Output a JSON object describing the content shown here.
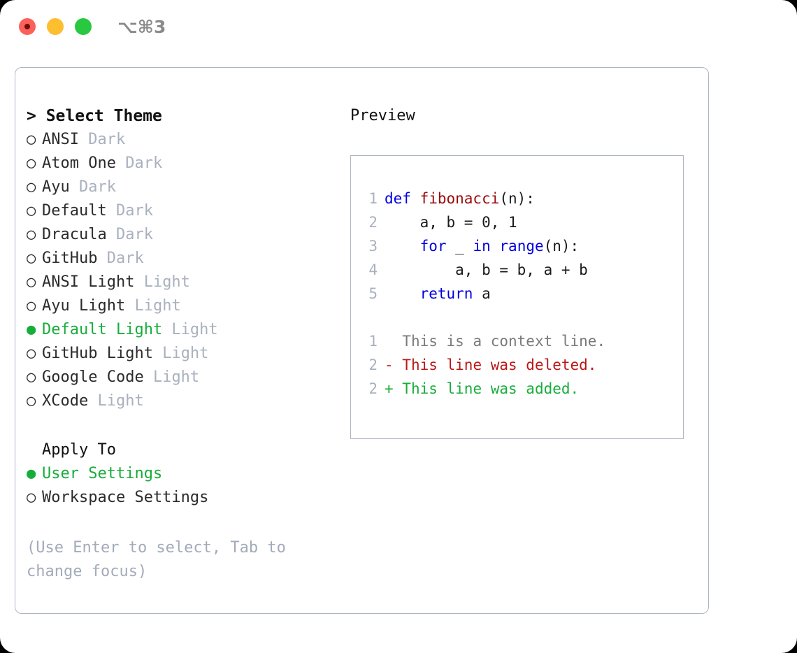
{
  "titlebar": {
    "shortcut": "⌥⌘3",
    "buttons": [
      {
        "name": "close",
        "color": "#fd6058"
      },
      {
        "name": "minimize",
        "color": "#fdbe2f"
      },
      {
        "name": "maximize",
        "color": "#28c840"
      }
    ]
  },
  "colors": {
    "selected_green": "#17ad3a",
    "muted_gray": "#a9b1bf",
    "hint_gray": "#a3abba",
    "keyword_blue": "#0000e0",
    "function_red": "#9c0a0a",
    "diff_delete": "#bb1616",
    "diff_add": "#17ad3a",
    "border": "#aeb6c4"
  },
  "theme_list": {
    "header": "> Select Theme",
    "selected_marker": "●",
    "unselected_marker": "○",
    "items": [
      {
        "label": "ANSI",
        "tag": "Dark",
        "selected": false
      },
      {
        "label": "Atom One",
        "tag": "Dark",
        "selected": false
      },
      {
        "label": "Ayu",
        "tag": "Dark",
        "selected": false
      },
      {
        "label": "Default",
        "tag": "Dark",
        "selected": false
      },
      {
        "label": "Dracula",
        "tag": "Dark",
        "selected": false
      },
      {
        "label": "GitHub",
        "tag": "Dark",
        "selected": false
      },
      {
        "label": "ANSI Light",
        "tag": "Light",
        "selected": false
      },
      {
        "label": "Ayu Light",
        "tag": "Light",
        "selected": false
      },
      {
        "label": "Default Light",
        "tag": "Light",
        "selected": true
      },
      {
        "label": "GitHub Light",
        "tag": "Light",
        "selected": false
      },
      {
        "label": "Google Code",
        "tag": "Light",
        "selected": false
      },
      {
        "label": "XCode",
        "tag": "Light",
        "selected": false
      }
    ]
  },
  "apply_to": {
    "header": "Apply To",
    "items": [
      {
        "label": "User Settings",
        "selected": true
      },
      {
        "label": "Workspace Settings",
        "selected": false
      }
    ]
  },
  "hint": "(Use Enter to select, Tab to change focus)",
  "preview": {
    "title": "Preview",
    "code": [
      {
        "num": "1",
        "tokens": [
          {
            "t": "def ",
            "c": "kw"
          },
          {
            "t": "fibonacci",
            "c": "fn"
          },
          {
            "t": "(n):",
            "c": "plain"
          }
        ]
      },
      {
        "num": "2",
        "tokens": [
          {
            "t": "    a, b = 0, 1",
            "c": "plain"
          }
        ]
      },
      {
        "num": "3",
        "tokens": [
          {
            "t": "    ",
            "c": "plain"
          },
          {
            "t": "for",
            "c": "kw"
          },
          {
            "t": " _ ",
            "c": "plain"
          },
          {
            "t": "in",
            "c": "kw"
          },
          {
            "t": " ",
            "c": "plain"
          },
          {
            "t": "range",
            "c": "kw"
          },
          {
            "t": "(n):",
            "c": "plain"
          }
        ]
      },
      {
        "num": "4",
        "tokens": [
          {
            "t": "        a, b = b, a + b",
            "c": "plain"
          }
        ]
      },
      {
        "num": "5",
        "tokens": [
          {
            "t": "    ",
            "c": "plain"
          },
          {
            "t": "return",
            "c": "kw"
          },
          {
            "t": " a",
            "c": "plain"
          }
        ]
      }
    ],
    "diff": [
      {
        "num": "1",
        "sign": "  ",
        "text": "This is a context line.",
        "kind": "ctx"
      },
      {
        "num": "2",
        "sign": "- ",
        "text": "This line was deleted.",
        "kind": "del"
      },
      {
        "num": "2",
        "sign": "+ ",
        "text": "This line was added.",
        "kind": "add"
      }
    ]
  }
}
